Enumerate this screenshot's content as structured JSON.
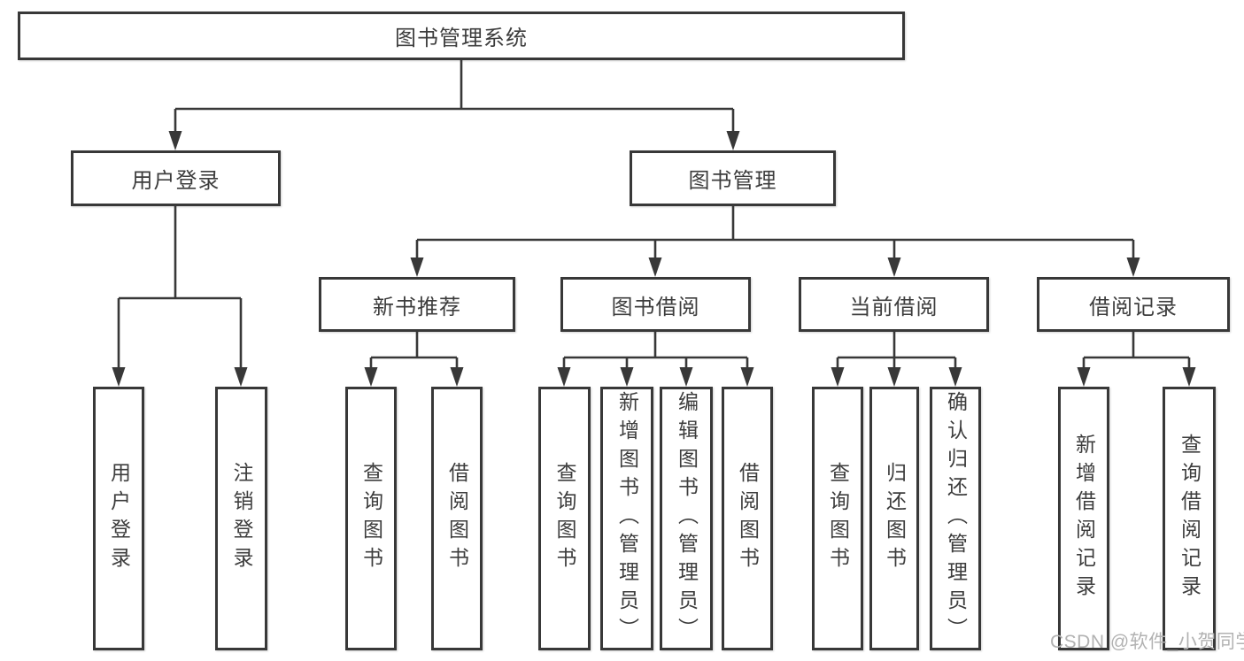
{
  "diagram": {
    "root": {
      "label": "图书管理系统",
      "children": [
        {
          "label": "用户登录",
          "children": [
            {
              "label": "用户登录"
            },
            {
              "label": "注销登录"
            }
          ]
        },
        {
          "label": "图书管理",
          "children": [
            {
              "label": "新书推荐",
              "children": [
                {
                  "label": "查询图书"
                },
                {
                  "label": "借阅图书"
                }
              ]
            },
            {
              "label": "图书借阅",
              "children": [
                {
                  "label": "查询图书"
                },
                {
                  "label": "新增图书（管理员）"
                },
                {
                  "label": "编辑图书（管理员）"
                },
                {
                  "label": "借阅图书"
                }
              ]
            },
            {
              "label": "当前借阅",
              "children": [
                {
                  "label": "查询图书"
                },
                {
                  "label": "归还图书"
                },
                {
                  "label": "确认归还（管理员）"
                }
              ]
            },
            {
              "label": "借阅记录",
              "children": [
                {
                  "label": "新增借阅记录"
                },
                {
                  "label": "查询借阅记录"
                }
              ]
            }
          ]
        }
      ]
    }
  },
  "watermark": "CSDN @软件_小贺同学",
  "colors": {
    "line": "#383838",
    "text": "#3d3d3d",
    "background": "#ffffff",
    "watermark": "#b2b2b2"
  }
}
